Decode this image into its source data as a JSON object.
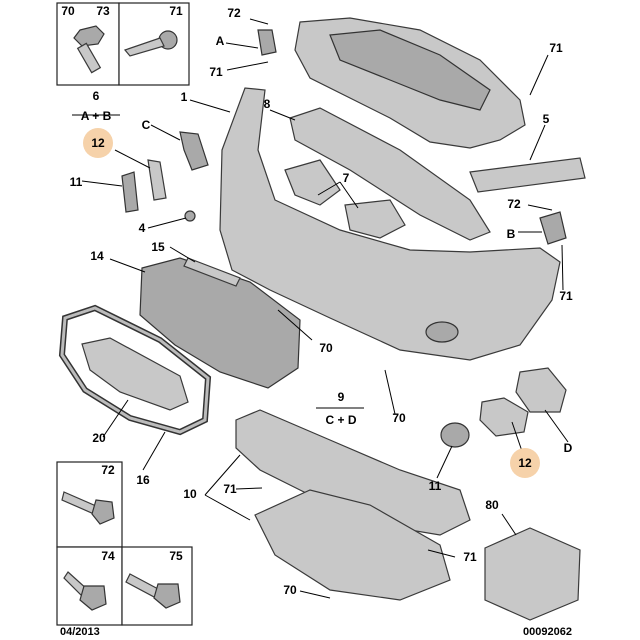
{
  "labels": {
    "n70_tl": "70",
    "n73": "73",
    "n71_tr": "71",
    "n72_top": "72",
    "a_top": "A",
    "n71_top": "71",
    "n71_right": "71",
    "n6": "6",
    "ab": "A + B",
    "n1": "1",
    "n8": "8",
    "n5": "5",
    "c_left": "C",
    "n12_left": "12",
    "n11_left": "11",
    "n7": "7",
    "n72_right": "72",
    "b_right": "B",
    "n4": "4",
    "n71_r2": "71",
    "n14": "14",
    "n15": "15",
    "n70_mid": "70",
    "n9": "9",
    "cd": "C + D",
    "n70_low": "70",
    "n20": "20",
    "n16": "16",
    "d_right": "D",
    "n12_right": "12",
    "n11_right": "11",
    "n10": "10",
    "n71_low": "71",
    "n80": "80",
    "n72_box": "72",
    "n74": "74",
    "n75": "75",
    "n71_bot": "71",
    "n70_bot": "70"
  },
  "footer": {
    "date": "04/2013",
    "ref": "00092062"
  }
}
